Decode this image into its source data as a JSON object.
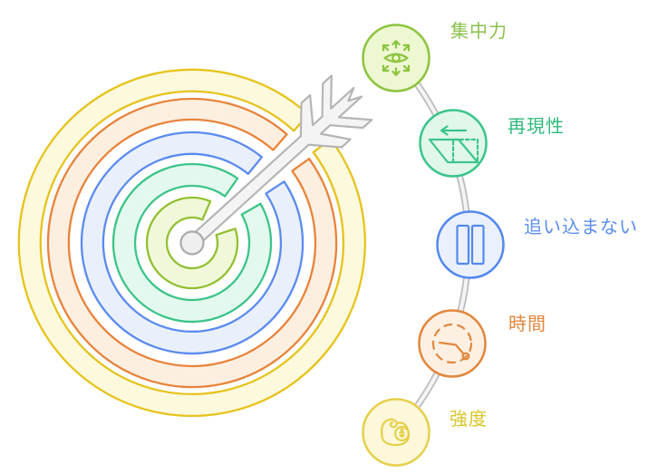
{
  "diagram": {
    "background": "#ffffff",
    "connector": {
      "color": "#bcbcbc",
      "inner_color": "#f4f4f4"
    },
    "arrow": {
      "fill": "#f4f4f4",
      "stroke": "#b5b5b5"
    },
    "bullseye_center": {
      "fill": "#efefef",
      "stroke": "#aaaaaa"
    },
    "rings": [
      {
        "id": "intensity",
        "fill": "#fdf9dc",
        "stroke": "#e6c31c"
      },
      {
        "id": "time",
        "fill": "#fdefe0",
        "stroke": "#e8833a"
      },
      {
        "id": "no-overtraining",
        "fill": "#e9f0fc",
        "stroke": "#5b8bef"
      },
      {
        "id": "reproducibility",
        "fill": "#e3f8ee",
        "stroke": "#3cc489"
      },
      {
        "id": "focus",
        "fill": "#f0f8d9",
        "stroke": "#92c032"
      }
    ],
    "nodes": [
      {
        "id": "focus",
        "label": "集中力",
        "icon": "eye-focus-icon",
        "fill": "#edf7d1",
        "stroke": "#8cc43e",
        "label_color": "#8cc14e"
      },
      {
        "id": "reproducibility",
        "label": "再現性",
        "icon": "skew-repeat-icon",
        "fill": "#e0f7ea",
        "stroke": "#3cc48c",
        "label_color": "#2fba7d"
      },
      {
        "id": "no-overtraining",
        "label": "追い込まない",
        "icon": "pause-icon",
        "fill": "#eaf1fd",
        "stroke": "#5388ee",
        "label_color": "#5a8cf0"
      },
      {
        "id": "time",
        "label": "時間",
        "icon": "timer-icon",
        "fill": "#fdf0e2",
        "stroke": "#e2863c",
        "label_color": "#e2873f"
      },
      {
        "id": "intensity",
        "label": "強度",
        "icon": "muscle-icon",
        "fill": "#fcf8d9",
        "stroke": "#e5d04b",
        "label_color": "#d9c627"
      }
    ]
  }
}
